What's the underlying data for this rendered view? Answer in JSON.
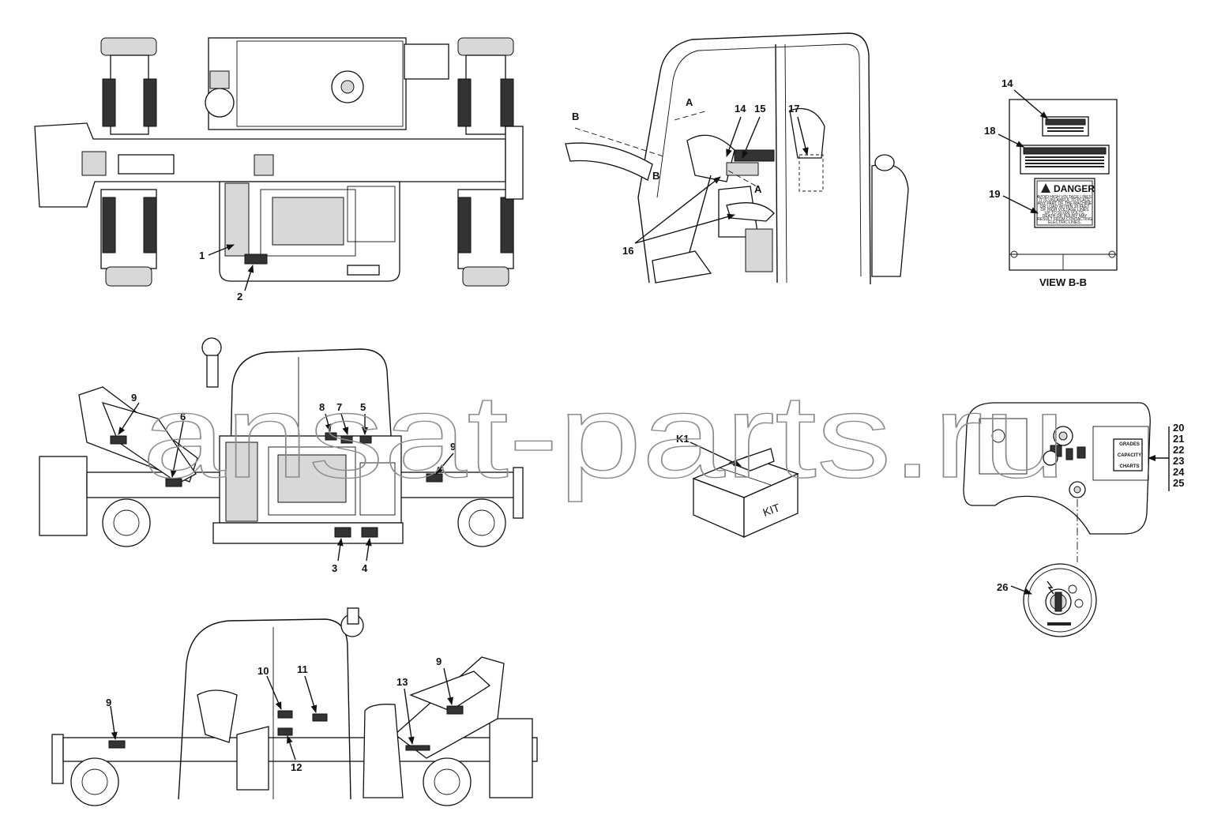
{
  "views": {
    "view_bb_label": "VIEW B-B",
    "section_b": "B",
    "section_a": "A"
  },
  "callouts": {
    "c1": "1",
    "c2": "2",
    "c3": "3",
    "c4": "4",
    "c5": "5",
    "c6": "6",
    "c7": "7",
    "c8": "8",
    "c9": "9",
    "c10": "10",
    "c11": "11",
    "c12": "12",
    "c13": "13",
    "c14": "14",
    "c15": "15",
    "c16": "16",
    "c17": "17",
    "c18": "18",
    "c19": "19",
    "c20": "20",
    "c21": "21",
    "c22": "22",
    "c23": "23",
    "c24": "24",
    "c25": "25",
    "c26": "26",
    "k1": "K1"
  },
  "kit_box_text": "KIT",
  "decal_danger": {
    "header": "DANGER",
    "line1": "AVOID HIGH VOLTAGE LINES.",
    "line2": "IT IS UNLAWFUL TO PLACE",
    "line3": "ANY PART OF THE MACHINE",
    "line4": "OR LOAD WITHIN 10 FEET",
    "line5": "OF HIGH VOLTAGE LINES",
    "line6": "UP TO 50,000 VOLTS.",
    "line7": "DEATH OR INJURY MAY",
    "line8": "RESULT FROM CONTACTING",
    "line9": "ELECTRIC LINES."
  },
  "dash_panel_labels": {
    "l1": "GRADES",
    "l2": "CAPACITY",
    "l3": "CHARTS"
  },
  "watermark": "ansat-parts.ru"
}
